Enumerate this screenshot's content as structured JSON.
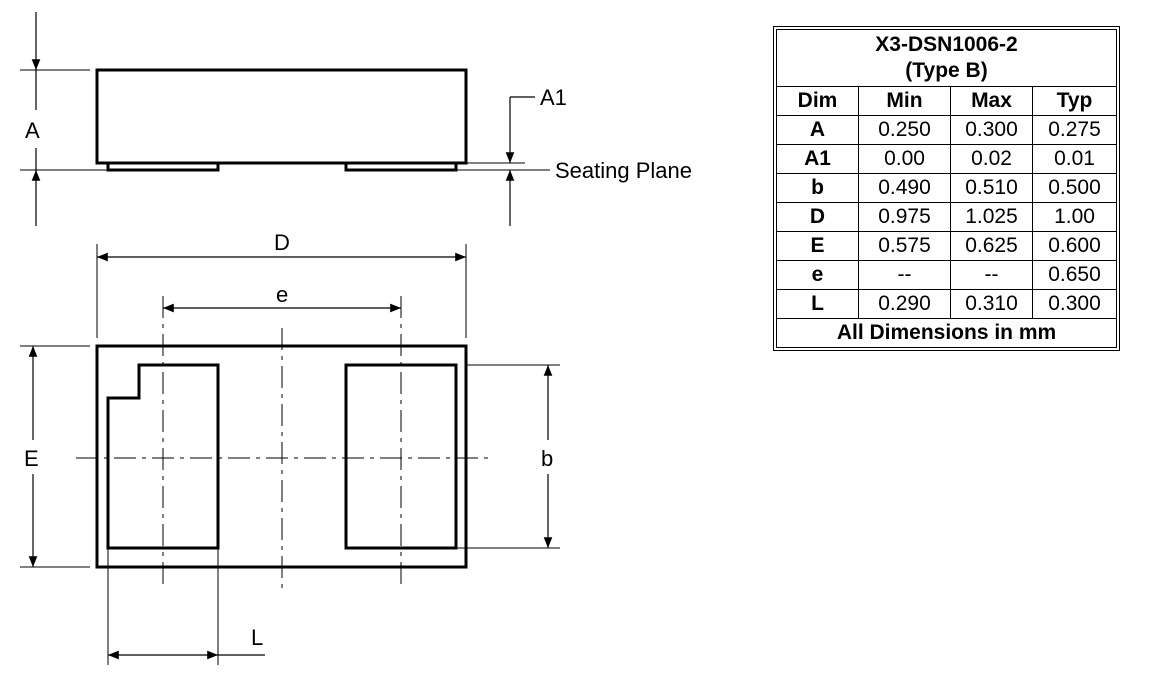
{
  "drawing": {
    "side_view": {
      "label_A": "A",
      "label_A1": "A1",
      "seating_plane": "Seating Plane"
    },
    "top_view": {
      "label_D": "D",
      "label_e": "e",
      "label_E": "E",
      "label_b": "b",
      "label_L": "L"
    }
  },
  "table": {
    "title_line1": "X3-DSN1006-2",
    "title_line2": "(Type B)",
    "headers": [
      "Dim",
      "Min",
      "Max",
      "Typ"
    ],
    "rows": [
      {
        "dim": "A",
        "min": "0.250",
        "max": "0.300",
        "typ": "0.275"
      },
      {
        "dim": "A1",
        "min": "0.00",
        "max": "0.02",
        "typ": "0.01"
      },
      {
        "dim": "b",
        "min": "0.490",
        "max": "0.510",
        "typ": "0.500"
      },
      {
        "dim": "D",
        "min": "0.975",
        "max": "1.025",
        "typ": "1.00"
      },
      {
        "dim": "E",
        "min": "0.575",
        "max": "0.625",
        "typ": "0.600"
      },
      {
        "dim": "e",
        "min": "--",
        "max": "--",
        "typ": "0.650"
      },
      {
        "dim": "L",
        "min": "0.290",
        "max": "0.310",
        "typ": "0.300"
      }
    ],
    "footer": "All Dimensions in mm"
  }
}
